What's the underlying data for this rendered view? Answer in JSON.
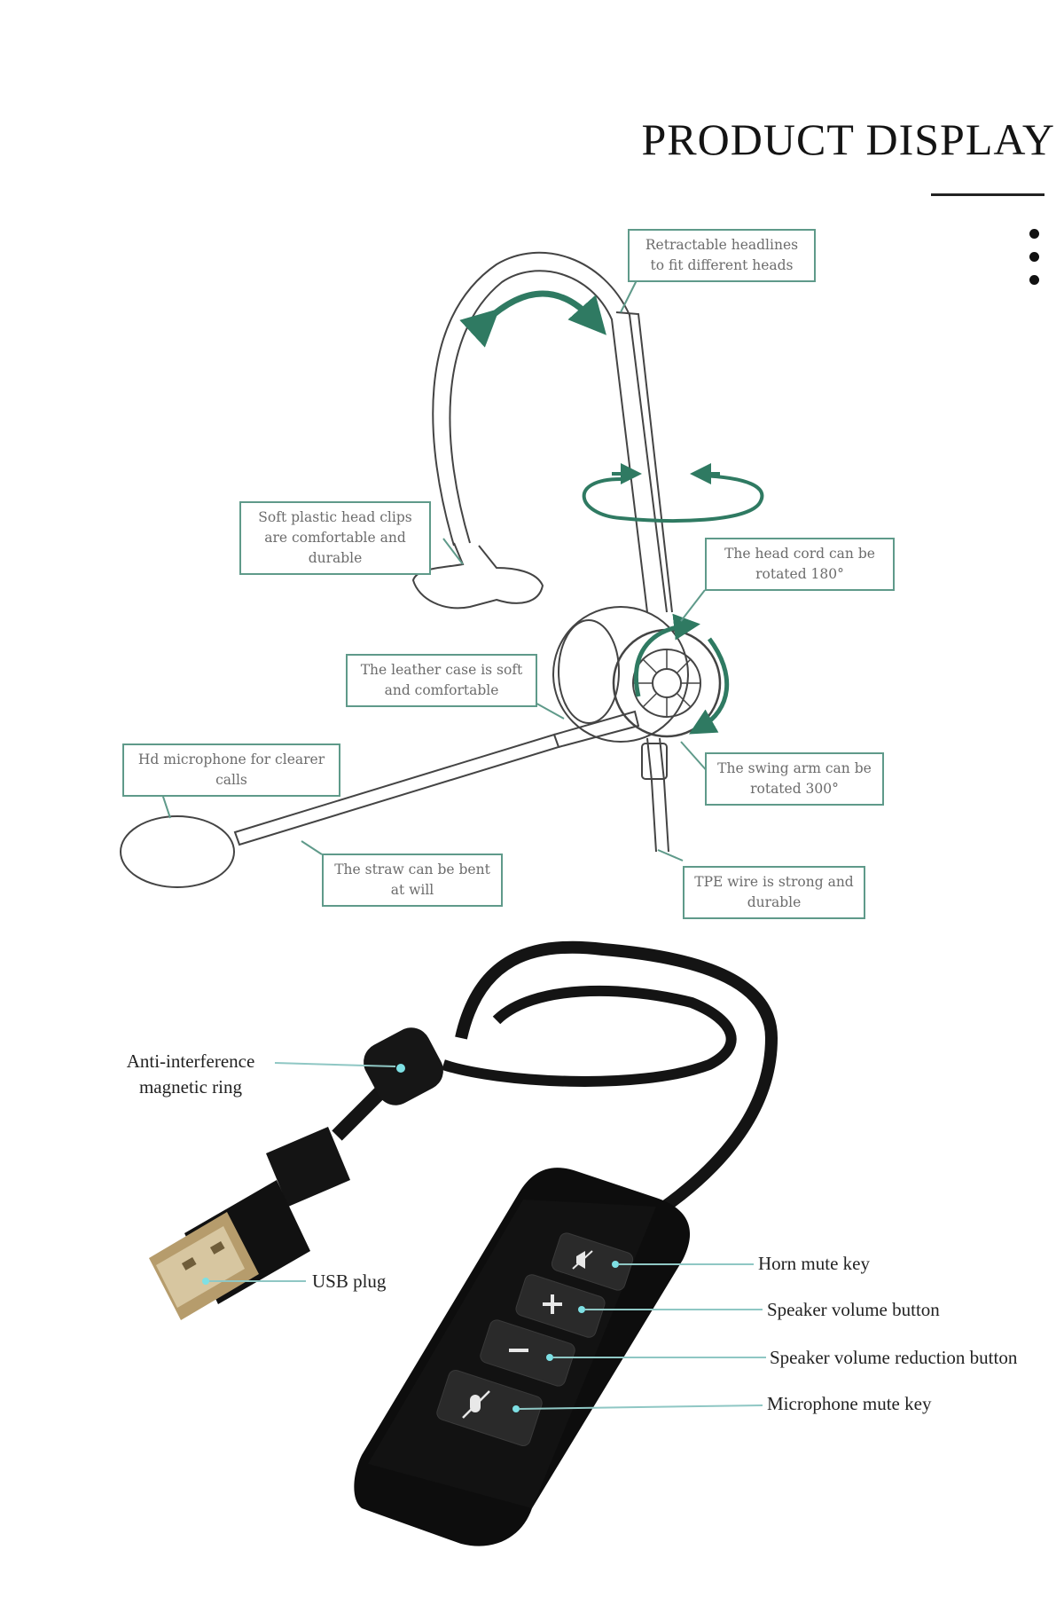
{
  "header": {
    "title": "PRODUCT DISPLAY"
  },
  "icons": {
    "menu": "vertical-ellipsis-icon",
    "horn_mute": "speaker-mute-icon",
    "volume_up": "plus-icon",
    "volume_down": "minus-icon",
    "mic_mute": "microphone-mute-icon"
  },
  "colors": {
    "accent": "#2f7a62",
    "callout_border": "#5f9a8a",
    "leader_line": "#8fc7c4",
    "body_black": "#111111"
  },
  "headset_callouts": {
    "headband": "Retractable headlines to fit different heads",
    "head_clip": "Soft plastic head clips are comfortable and durable",
    "head_cord": "The head cord can be rotated 180°",
    "leather_case": "The leather case is soft and comfortable",
    "microphone": "Hd microphone for clearer calls",
    "swing_arm": "The swing arm can be rotated 300°",
    "straw": "The straw can be bent at will",
    "wire": "TPE wire is strong and durable"
  },
  "controller_labels": {
    "magnetic_ring": "Anti-interference magnetic ring",
    "usb_plug": "USB plug",
    "horn_mute": "Horn mute key",
    "volume_up": "Speaker volume button",
    "volume_down": "Speaker volume reduction button",
    "mic_mute": "Microphone mute key"
  }
}
